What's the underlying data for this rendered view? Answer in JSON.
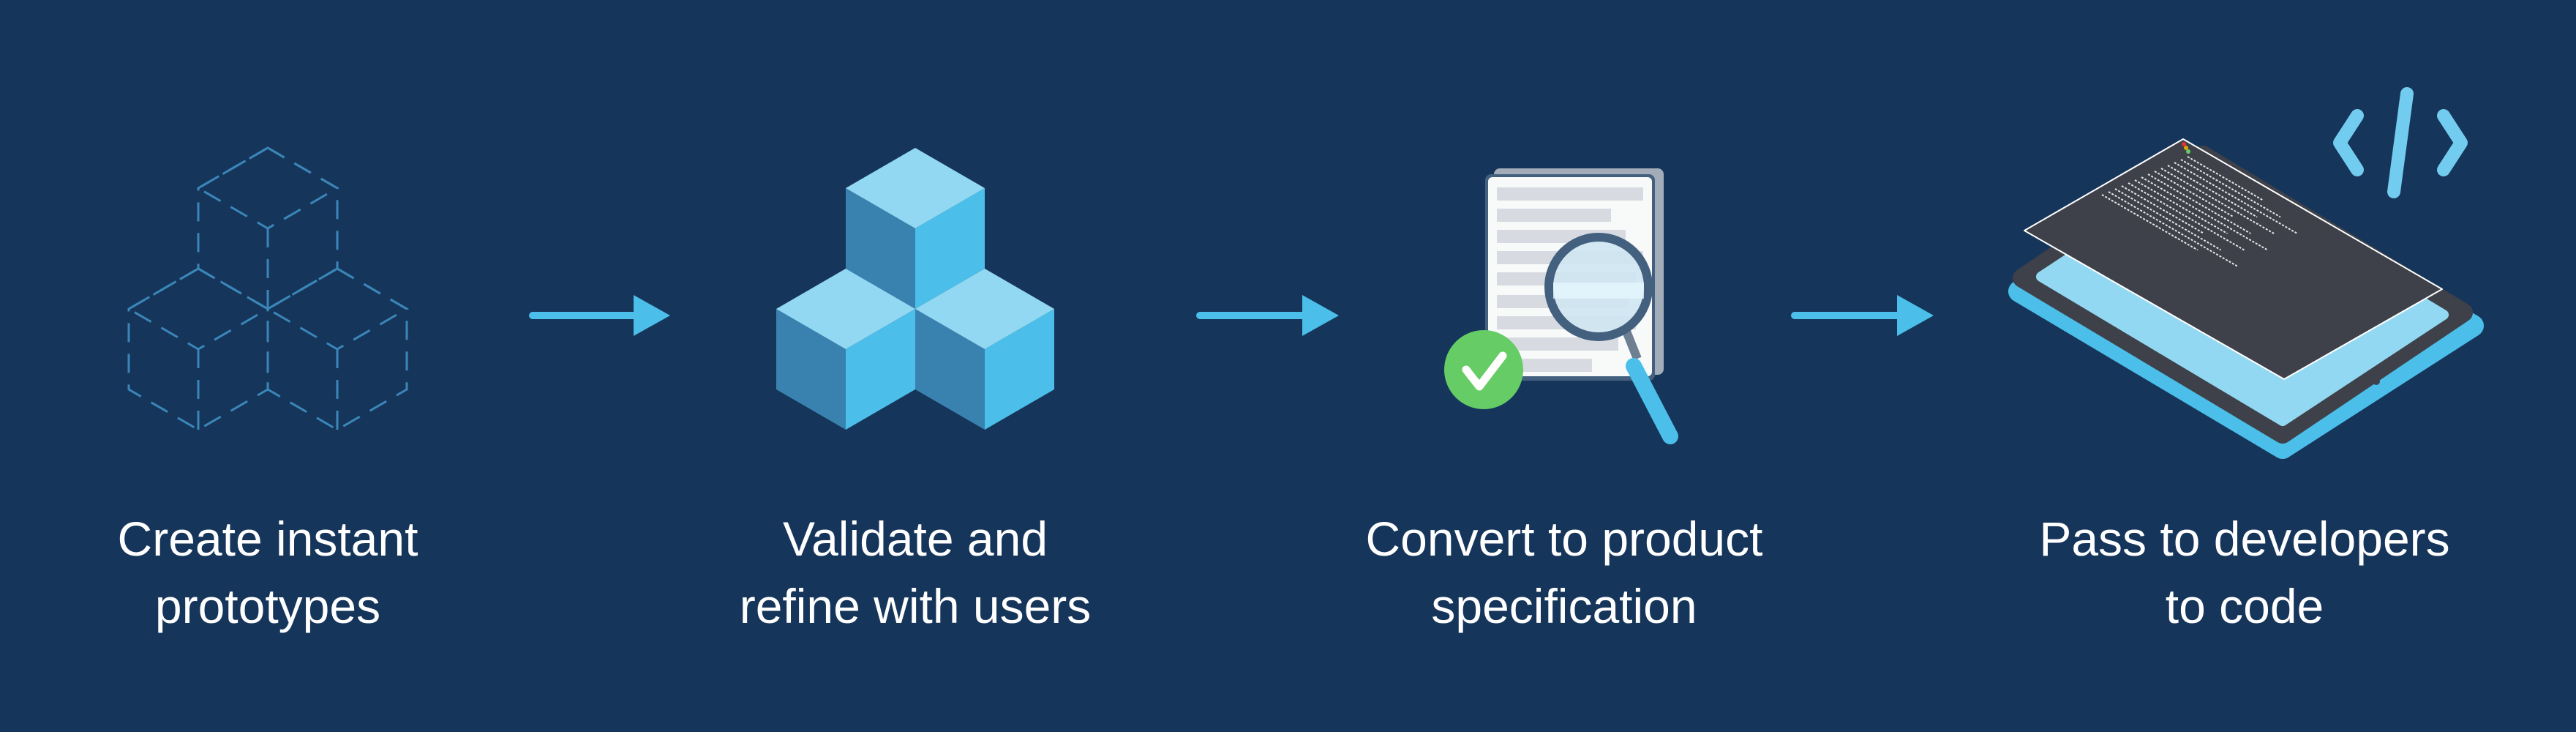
{
  "steps": [
    {
      "line1": "Create instant",
      "line2": "prototypes",
      "icon": "dashed-cubes-icon"
    },
    {
      "line1": "Validate and",
      "line2": "refine with users",
      "icon": "solid-cubes-icon"
    },
    {
      "line1": "Convert to product",
      "line2": "specification",
      "icon": "document-magnifier-icon"
    },
    {
      "line1": "Pass to developers",
      "line2": "to code",
      "icon": "tablet-code-icon"
    }
  ],
  "colors": {
    "background": "#16355a",
    "light_blue": "#93d8f2",
    "mid_blue": "#4bbfe9",
    "dark_blue": "#3982b0",
    "green": "#66cc66",
    "text": "#ffffff"
  }
}
